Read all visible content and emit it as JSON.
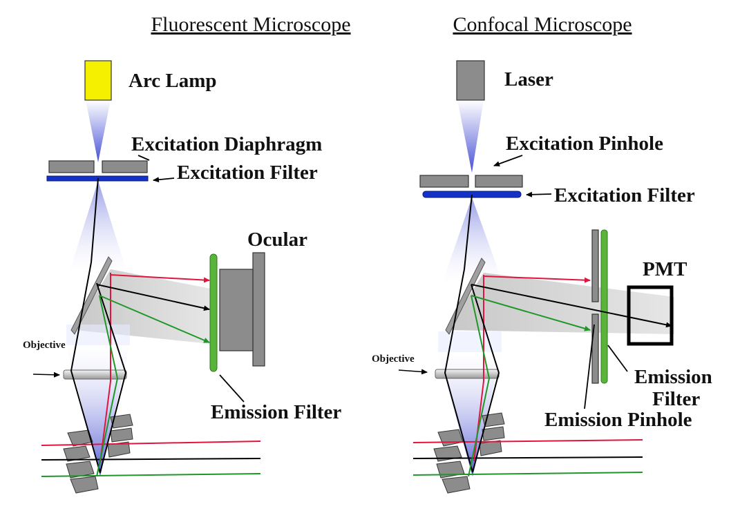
{
  "left": {
    "title": "Fluorescent Microscope",
    "labels": {
      "source": "Arc Lamp",
      "diaphragm": "Excitation Diaphragm",
      "excitation_filter": "Excitation Filter",
      "ocular": "Ocular",
      "objective": "Objective",
      "emission_filter": "Emission Filter"
    }
  },
  "right": {
    "title": "Confocal Microscope",
    "labels": {
      "source": "Laser",
      "pinhole": "Excitation Pinhole",
      "excitation_filter": "Excitation Filter",
      "detector": "PMT",
      "objective": "Objective",
      "emission_filter_1": "Emission",
      "emission_filter_2": "Filter",
      "emission_pinhole": "Emission Pinhole"
    }
  },
  "colors": {
    "arc_lamp": "#f5f000",
    "laser": "#8c8c8c",
    "filter_blue": "#1432c8",
    "emission_green": "#5ab43c",
    "ray_red": "#e0143c",
    "ray_black": "#000000",
    "ray_green": "#1e9628",
    "part_gray": "#8c8c8c",
    "beam_gray": "#c8c8c8"
  }
}
